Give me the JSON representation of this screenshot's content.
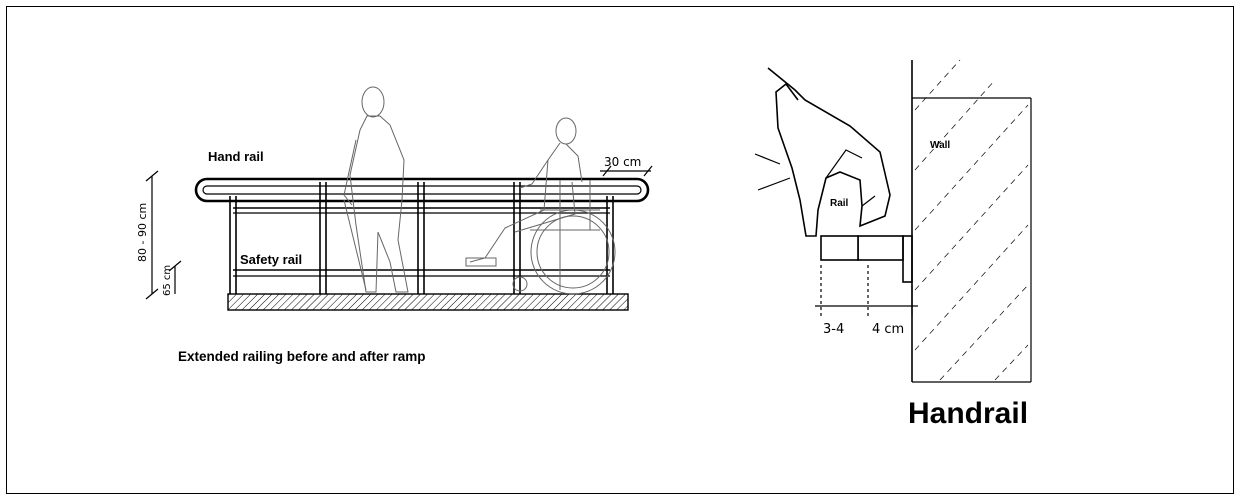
{
  "ramp_view": {
    "hand_rail_label": "Hand rail",
    "safety_rail_label": "Safety rail",
    "caption": "Extended railing before and after ramp",
    "dim_rail_height": "80 - 90 cm",
    "dim_safety_height": "65 cm",
    "dim_extension": "30 cm"
  },
  "detail_view": {
    "wall_label": "Wall",
    "rail_label": "Rail",
    "dim_rail_width": "3-4",
    "dim_gap": "4 cm",
    "title": "Handrail"
  }
}
